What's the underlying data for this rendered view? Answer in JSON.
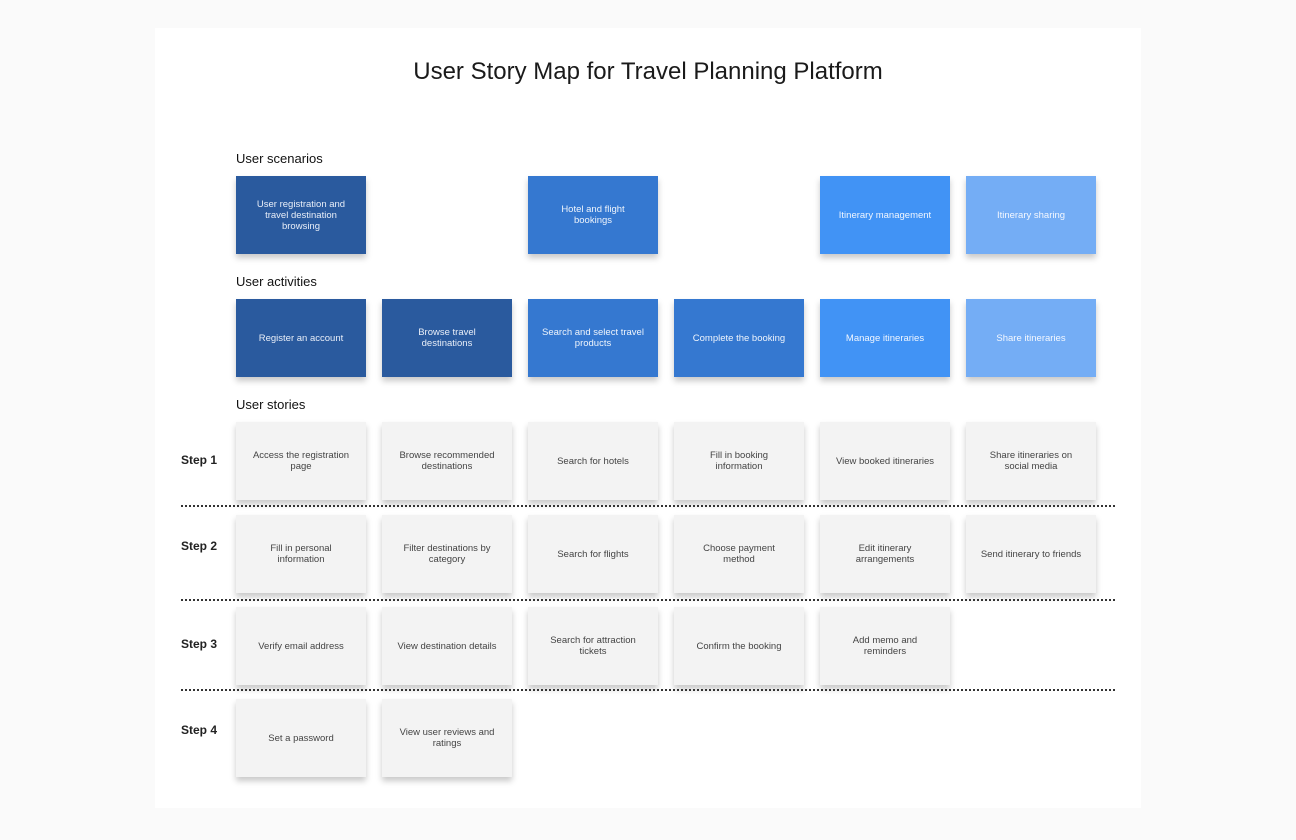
{
  "title": "User Story Map for Travel Planning Platform",
  "sections": {
    "scenarios": "User scenarios",
    "activities": "User activities",
    "stories": "User stories"
  },
  "scenarios": [
    "User registration and travel destination browsing",
    "Hotel and flight bookings",
    "Itinerary management",
    "Itinerary sharing"
  ],
  "activities": [
    "Register an account",
    "Browse travel destinations",
    "Search and select travel products",
    "Complete the booking",
    "Manage itineraries",
    "Share itineraries"
  ],
  "steps": [
    {
      "label": "Step 1",
      "stories": [
        "Access the registration page",
        "Browse recommended destinations",
        "Search for hotels",
        "Fill in booking information",
        "View booked itineraries",
        "Share itineraries on social media"
      ]
    },
    {
      "label": "Step 2",
      "stories": [
        "Fill in personal information",
        "Filter destinations by category",
        "Search for flights",
        "Choose payment method",
        "Edit itinerary arrangements",
        "Send itinerary to friends"
      ]
    },
    {
      "label": "Step 3",
      "stories": [
        "Verify email address",
        "View destination details",
        "Search for attraction tickets",
        "Confirm the booking",
        "Add memo and reminders"
      ]
    },
    {
      "label": "Step 4",
      "stories": [
        "Set a password",
        "View user reviews and ratings"
      ]
    }
  ],
  "colors": {
    "dark": "#2a5a9e",
    "mid": "#3578d0",
    "bright": "#4193f5",
    "light": "#74adf5",
    "story": "#f3f3f3"
  }
}
